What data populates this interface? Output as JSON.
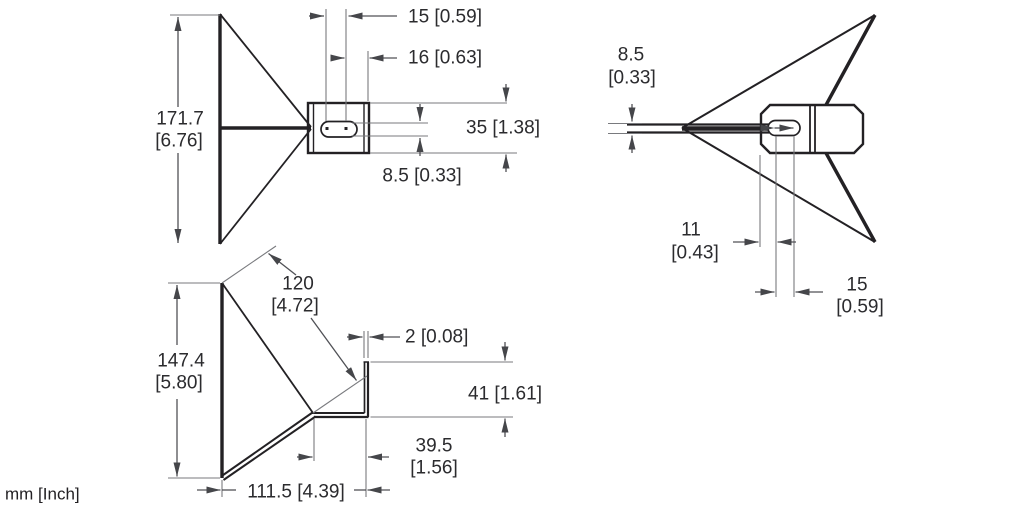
{
  "units_label": "mm [Inch]",
  "front_view": {
    "dim_height_mm": "171.7",
    "dim_height_inch": "[6.76]",
    "dim_slot_length": "15 [0.59]",
    "dim_slot_to_edge": "16 [0.63]",
    "dim_block_height": "35 [1.38]",
    "dim_slot_width": "8.5 [0.33]"
  },
  "side_view": {
    "dim_bar_width_mm": "8.5",
    "dim_bar_width_inch": "[0.33]",
    "dim_edge_to_slot_mm": "11",
    "dim_edge_to_slot_inch": "[0.43]",
    "dim_slot_length_mm": "15",
    "dim_slot_length_inch": "[0.59]"
  },
  "bottom_view": {
    "dim_height_mm": "147.4",
    "dim_height_inch": "[5.80]",
    "dim_flange_mm": "120",
    "dim_flange_inch": "[4.72]",
    "dim_thickness": "2 [0.08]",
    "dim_arm_length": "41 [1.61]",
    "dim_arm_offset_mm": "39.5",
    "dim_arm_offset_inch": "[1.56]",
    "dim_depth": "111.5 [4.39]"
  }
}
